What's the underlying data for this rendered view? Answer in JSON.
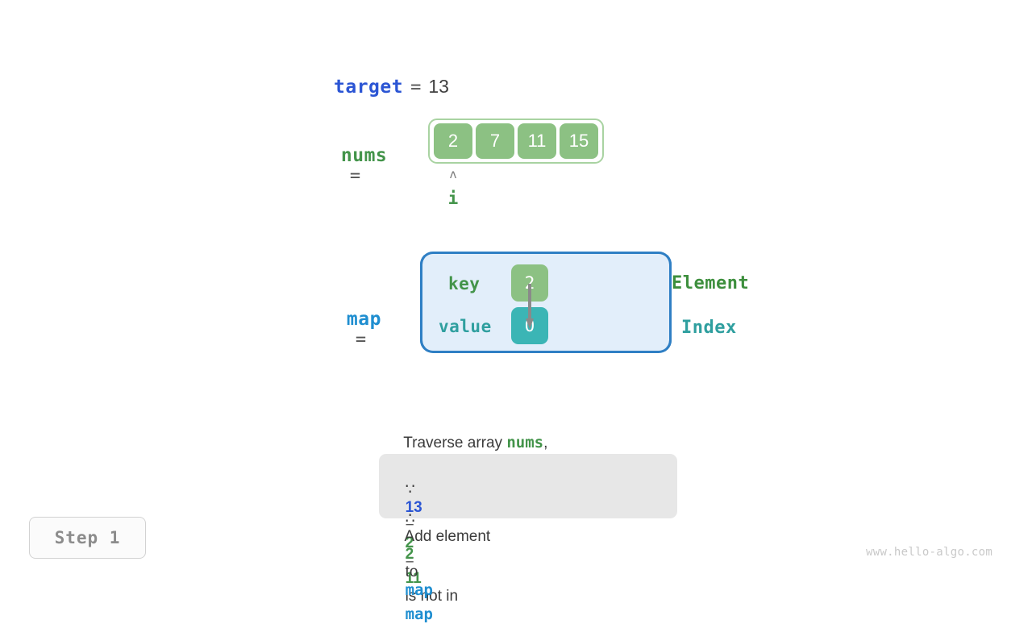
{
  "target": {
    "name": "target",
    "equals": "=",
    "value": "13"
  },
  "nums": {
    "name": "nums",
    "equals": "=",
    "cells": [
      "2",
      "7",
      "11",
      "15"
    ],
    "pointer": {
      "caret": "ʌ",
      "label": "i",
      "index": 0
    }
  },
  "map": {
    "name": "map",
    "equals": "=",
    "rows": [
      {
        "label": "key",
        "cell": "2",
        "side_label": "Element"
      },
      {
        "label": "value",
        "cell": "0",
        "side_label": "Index"
      }
    ]
  },
  "caption": {
    "prefix": "Traverse array ",
    "keyword": "nums",
    "suffix": ","
  },
  "explanation": {
    "line1": {
      "because_symbol": "∵",
      "a": "13",
      "minus": "−",
      "b": "2",
      "eq": "=",
      "result": "11",
      "text": "is not in",
      "map": "map"
    },
    "line2": {
      "therefore_symbol": "∴",
      "text_before": "Add element",
      "element": "2",
      "text_middle": "to",
      "map": "map"
    }
  },
  "step_badge": "Step 1",
  "watermark": "www.hello-algo.com",
  "colors": {
    "target_blue": "#2b55d4",
    "nums_green": "#43944a",
    "map_blue": "#1f8ed0",
    "cell_green": "#8cc183",
    "cell_teal": "#3bb5b5",
    "map_box_fill": "#e2eefa",
    "map_box_border": "#2f7fc4",
    "array_border": "#a9d3a2",
    "explain_bg": "#e7e7e7",
    "index_teal": "#2f9f9f",
    "element_green": "#3d8f3d",
    "arrow_gray": "#8a8a8a",
    "text_dark": "#3b3b3b",
    "muted_gray": "#8c8c8c",
    "watermark_gray": "#c9c9c9"
  }
}
